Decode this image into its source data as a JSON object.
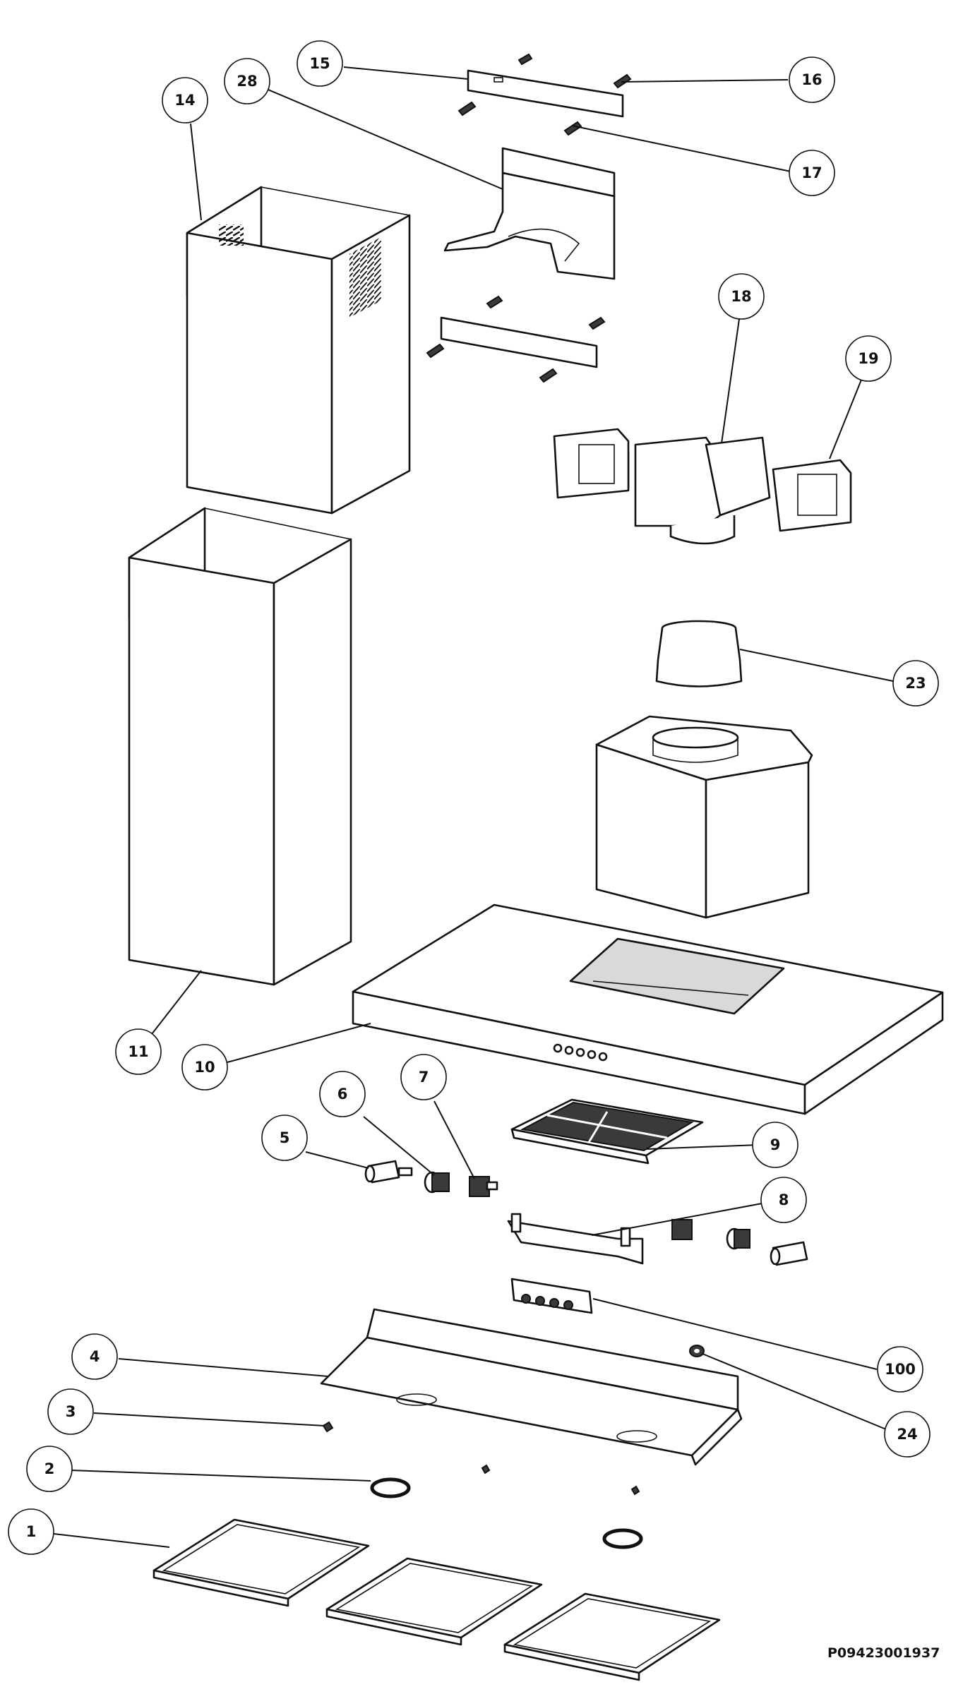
{
  "drawing_code": "P09423001937",
  "callouts": {
    "c1": "1",
    "c2": "2",
    "c3": "3",
    "c4": "4",
    "c5": "5",
    "c6": "6",
    "c7": "7",
    "c8": "8",
    "c9": "9",
    "c10": "10",
    "c11": "11",
    "c14": "14",
    "c15": "15",
    "c16": "16",
    "c17": "17",
    "c18": "18",
    "c19": "19",
    "c23": "23",
    "c24": "24",
    "c28": "28",
    "c100": "100"
  },
  "colors": {
    "line": "#111111",
    "background": "#ffffff",
    "shade": "#d9d9d9"
  }
}
